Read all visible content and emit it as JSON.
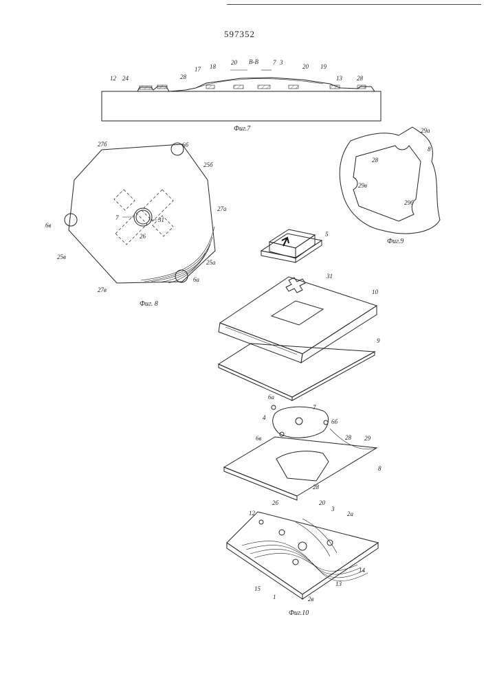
{
  "header": {
    "patent_number": "597352"
  },
  "fig7": {
    "caption": "Фиг.7",
    "section": "В-В",
    "labels": [
      "12",
      "24",
      "28",
      "17",
      "18",
      "20",
      "7",
      "3",
      "20",
      "19",
      "13",
      "28"
    ]
  },
  "fig8": {
    "caption": "Фиг. 8",
    "labels": [
      "27б",
      "6б",
      "25б",
      "27а",
      "6в",
      "7",
      "31",
      "26",
      "25в",
      "25а",
      "27в",
      "6а"
    ]
  },
  "fig9": {
    "caption": "Фиг.9",
    "labels": [
      "29а",
      "8",
      "28",
      "29в",
      "29б"
    ]
  },
  "fig10": {
    "caption": "Фиг.10",
    "labels": [
      "5",
      "31",
      "10",
      "9",
      "6а",
      "7",
      "4",
      "6б",
      "6в",
      "28",
      "29",
      "8",
      "28",
      "2б",
      "20",
      "12",
      "3",
      "2а",
      "14",
      "13",
      "15",
      "1",
      "2в"
    ]
  }
}
